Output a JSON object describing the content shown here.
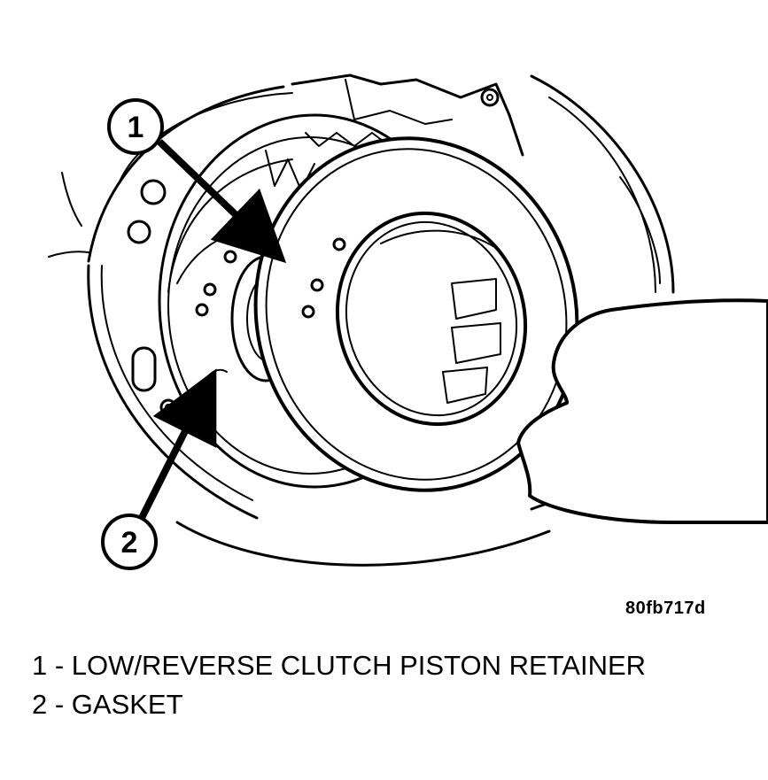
{
  "figure": {
    "id_code": "80fb717d",
    "callouts": [
      {
        "number": "1",
        "label": "LOW/REVERSE CLUTCH PISTON RETAINER"
      },
      {
        "number": "2",
        "label": "GASKET"
      }
    ]
  },
  "legend": {
    "items": [
      {
        "text": "1 - LOW/REVERSE CLUTCH PISTON RETAINER"
      },
      {
        "text": "2 - GASKET"
      }
    ]
  }
}
